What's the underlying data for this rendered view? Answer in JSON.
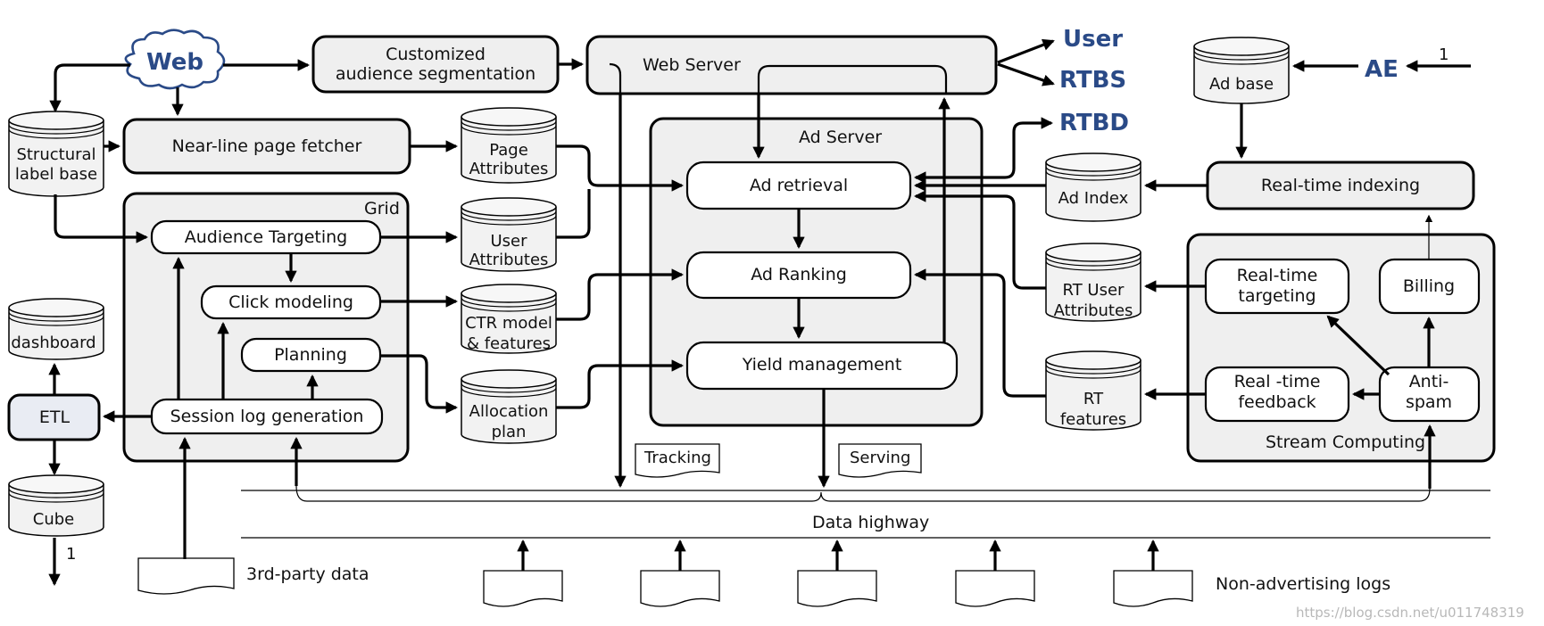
{
  "external": {
    "web": "Web",
    "user": "User",
    "rtbs": "RTBS",
    "rtbd": "RTBD",
    "ae": "AE",
    "ae_count": "1",
    "cube_count": "1"
  },
  "boxes": {
    "custom_segmentation_1": "Customized",
    "custom_segmentation_2": "audience segmentation",
    "web_server": "Web Server",
    "near_line_fetcher": "Near-line page fetcher",
    "grid": "Grid",
    "audience_targeting": "Audience Targeting",
    "click_modeling": "Click modeling",
    "planning": "Planning",
    "session_log": "Session log generation",
    "etl": "ETL",
    "ad_server": "Ad Server",
    "ad_retrieval": "Ad retrieval",
    "ad_ranking": "Ad Ranking",
    "yield_management": "Yield management",
    "realtime_indexing": "Real-time indexing",
    "stream_computing": "Stream Computing",
    "rt_targeting_1": "Real-time",
    "rt_targeting_2": "targeting",
    "billing": "Billing",
    "rt_feedback_1": "Real -time",
    "rt_feedback_2": "feedback",
    "antispam_1": "Anti-",
    "antispam_2": "spam"
  },
  "databases": {
    "structural_1": "Structural",
    "structural_2": "label base",
    "page_attr_1": "Page",
    "page_attr_2": "Attributes",
    "user_attr_1": "User",
    "user_attr_2": "Attributes",
    "ctr_1": "CTR model",
    "ctr_2": "& features",
    "allocation_1": "Allocation",
    "allocation_2": "plan",
    "dashboard": "dashboard",
    "cube": "Cube",
    "ad_base": "Ad base",
    "ad_index": "Ad Index",
    "rt_user_1": "RT User",
    "rt_user_2": "Attributes",
    "rt_feat_1": "RT",
    "rt_feat_2": "features"
  },
  "documents": {
    "tracking": "Tracking",
    "serving": "Serving",
    "third_party": "3rd-party data",
    "non_ad_logs": "Non-advertising logs"
  },
  "data_highway": "Data highway",
  "watermark": "https://blog.csdn.net/u011748319"
}
